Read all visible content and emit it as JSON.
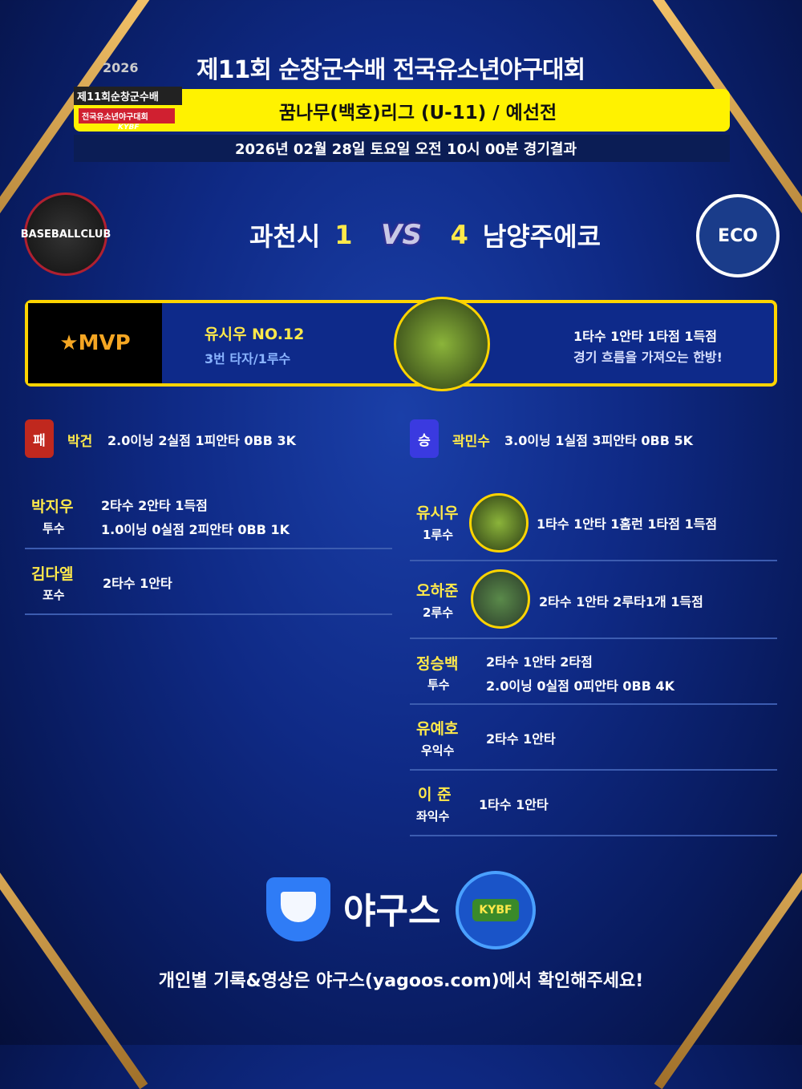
{
  "header": {
    "title": "제11회 순창군수배 전국유소년야구대회",
    "league": "꿈나무(백호)리그 (U-11) / 예선전",
    "datetime": "2026년 02월 28일 토요일 오전 10시 00분 경기결과",
    "emblem": {
      "line1": "제11회순창군수배",
      "line2": "전국유소년야구대회",
      "line3": "KYBF",
      "year": "2026"
    }
  },
  "match": {
    "home_team": "과천시",
    "home_score": "1",
    "away_team": "남양주에코",
    "away_score": "4",
    "vs": "VS",
    "home_logo": "BASEBALLCLUB",
    "away_logo": "ECO"
  },
  "mvp": {
    "label": "MVP",
    "player": "유시우 NO.12",
    "role": "3번 타자/1루수",
    "stat": "1타수 1안타 1타점 1득점",
    "comment": "경기 흐름을 가져오는 한방!"
  },
  "pitchers": {
    "loss": {
      "badge": "패",
      "name": "박건",
      "stat": "2.0이닝 2실점 1피안타 0BB 3K"
    },
    "win": {
      "badge": "승",
      "name": "곽민수",
      "stat": "3.0이닝 1실점 3피안타 0BB 5K"
    }
  },
  "home_players": [
    {
      "name": "박지우",
      "pos": "투수",
      "line1": "2타수 2안타 1득점",
      "line2": "1.0이닝 0실점 2피안타 0BB 1K"
    },
    {
      "name": "김다엘",
      "pos": "포수",
      "line1": "2타수 1안타"
    }
  ],
  "away_players": [
    {
      "name": "유시우",
      "pos": "1루수",
      "line1": "1타수 1안타 1홈런 1타점 1득점"
    },
    {
      "name": "오하준",
      "pos": "2루수",
      "line1": "2타수 1안타 2루타1개 1득점"
    },
    {
      "name": "정승백",
      "pos": "투수",
      "line1": "2타수 1안타 2타점",
      "line2": "2.0이닝 0실점 0피안타 0BB 4K"
    },
    {
      "name": "유예호",
      "pos": "우익수",
      "line1": "2타수 1안타"
    },
    {
      "name": "이 준",
      "pos": "좌익수",
      "line1": "1타수 1안타"
    }
  ],
  "footer": {
    "brand": "야구스",
    "kybf": "KYBF",
    "notice": "개인별 기록&영상은 야구스(yagoos.com)에서 확인해주세요!"
  }
}
